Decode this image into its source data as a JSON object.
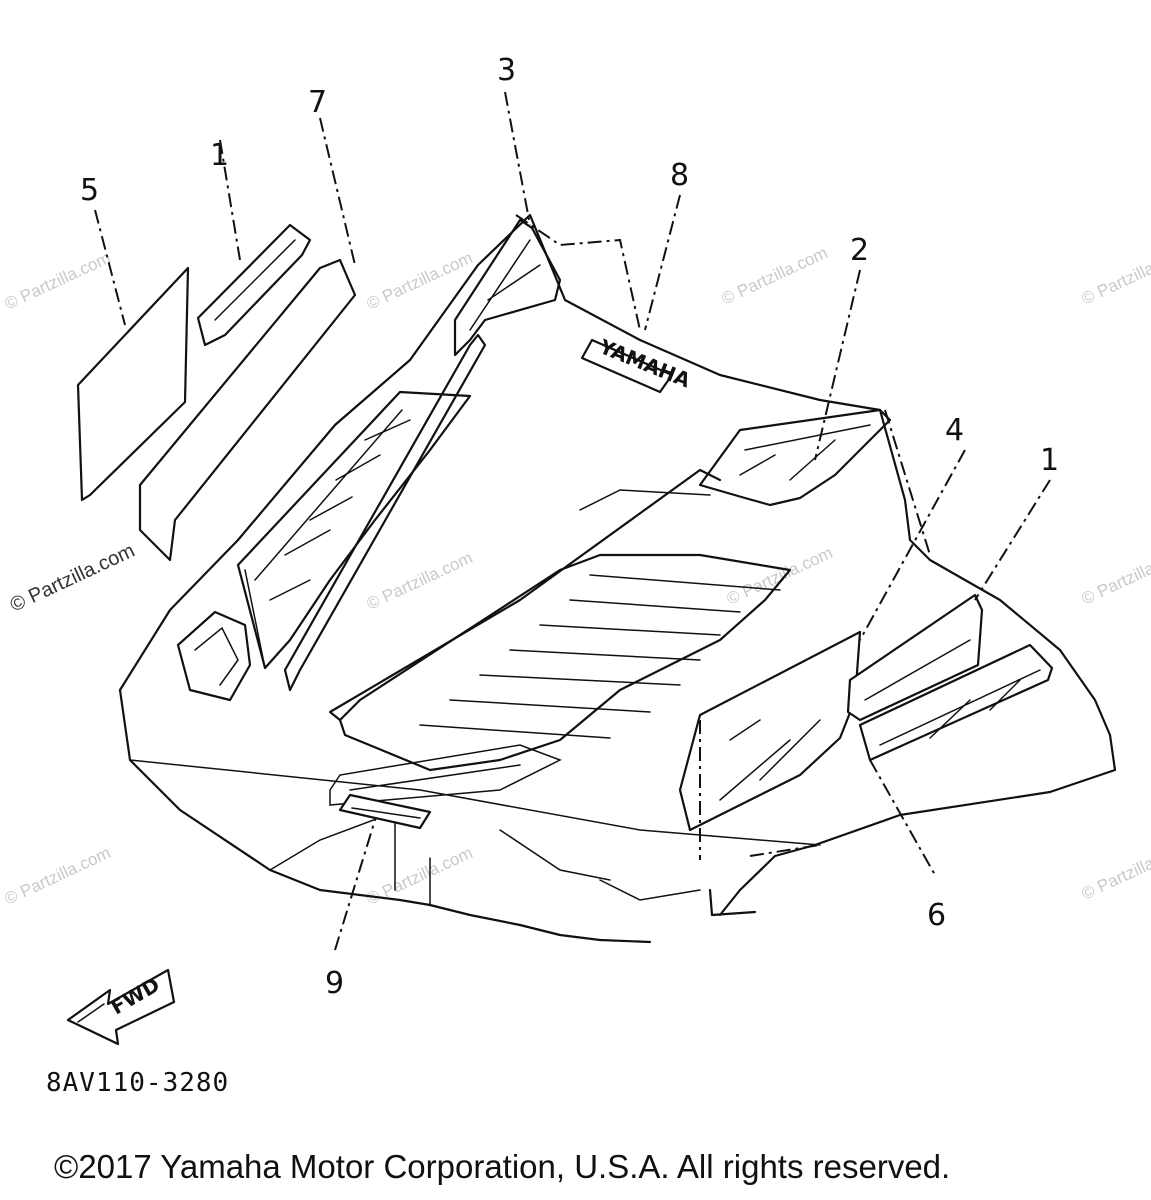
{
  "callouts": {
    "c1a": "1",
    "c1b": "1",
    "c2": "2",
    "c3": "3",
    "c4": "4",
    "c5": "5",
    "c6": "6",
    "c7": "7",
    "c8": "8",
    "c9": "9"
  },
  "watermark": "© Partzilla.com",
  "decal_text": {
    "yamaha": "YAMAHA",
    "fwd": "FWD"
  },
  "drawing_code": "8AV110-3280",
  "copyright": "©2017 Yamaha Motor Corporation, U.S.A. All rights reserved.",
  "colors": {
    "line": "#111111",
    "background": "#ffffff",
    "watermark": "#c9c9c9"
  }
}
